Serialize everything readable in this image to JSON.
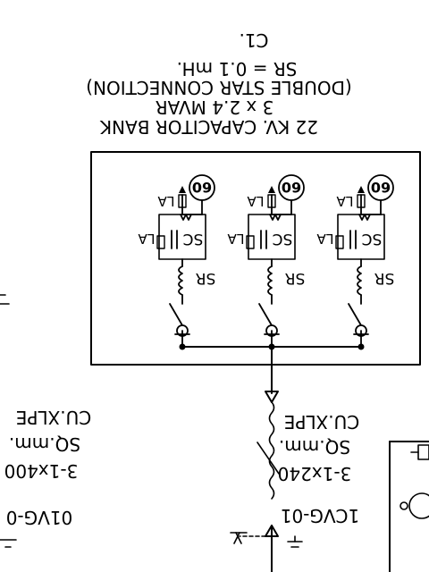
{
  "title_block": {
    "line1": "22 KV. CAPACITOR BANK",
    "line2": "3 x 2.4 MVAR",
    "line3": "(DOUBLE STAR CONNECTION)",
    "line4": "SR = 0.1 mH.",
    "line5": "C1."
  },
  "bank": {
    "phases": [
      {
        "sr": "SR",
        "sc": "SC",
        "la_top": "LA",
        "la_mid": "LA",
        "relay": "60"
      },
      {
        "sr": "SR",
        "sc": "SC",
        "la_top": "LA",
        "la_mid": "LA",
        "relay": "60"
      },
      {
        "sr": "SR",
        "sc": "SC",
        "la_top": "LA",
        "la_mid": "LA",
        "relay": "60"
      }
    ]
  },
  "feeder_right": {
    "cable_line1": "CU.XLPE",
    "cable_line2": "SQ.mm.",
    "cable_line3": "3-1x240",
    "vg_id": "1CVG-01"
  },
  "feeder_left": {
    "cable_line1": "CU.XLPE",
    "cable_line2": "SQ.mm.",
    "cable_line3": "3-1x400",
    "vg_id": "01VG-0"
  }
}
